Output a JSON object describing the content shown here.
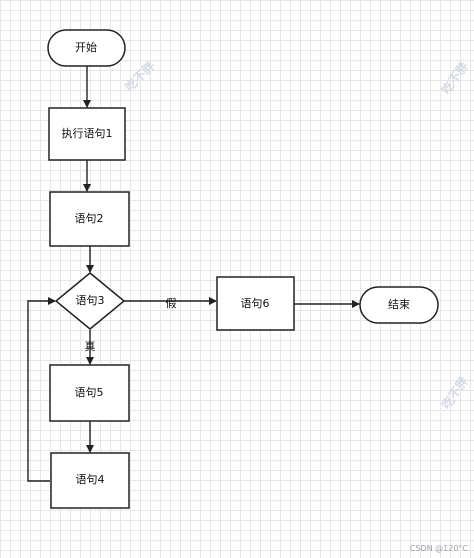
{
  "nodes": {
    "start": "开始",
    "exec1": "执行语句1",
    "stmt2": "语句2",
    "cond3": "语句3",
    "stmt6": "语句6",
    "end": "结束",
    "stmt5": "语句5",
    "stmt4": "语句4"
  },
  "edges": {
    "false_label": "假",
    "true_label": "真"
  },
  "watermark": "吃不胖",
  "credit": "CSDN @120°C"
}
